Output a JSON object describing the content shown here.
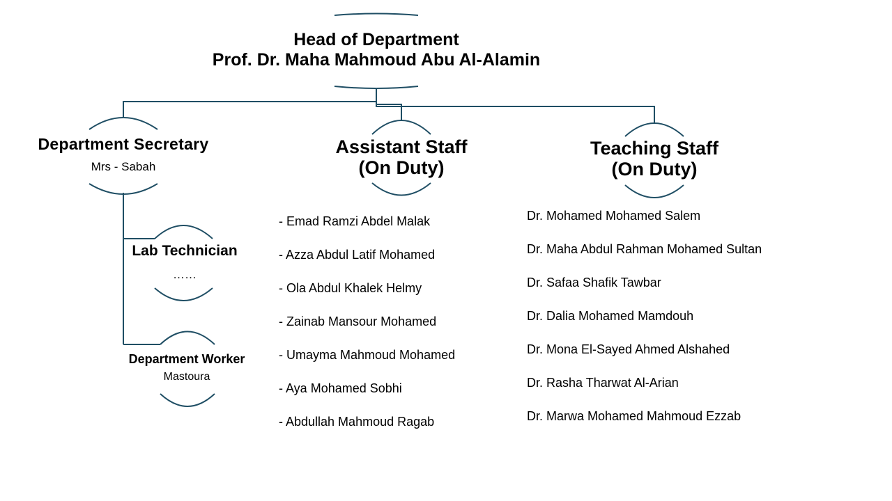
{
  "colors": {
    "line": "#1f4e64",
    "text": "#000000",
    "background": "#ffffff"
  },
  "head": {
    "title": "Head of Department",
    "name": "Prof. Dr. Maha Mahmoud Abu Al-Alamin"
  },
  "secretary": {
    "title": "Department Secretary",
    "name": "Mrs - Sabah"
  },
  "lab_technician": {
    "title": "Lab Technician",
    "name": "……"
  },
  "worker": {
    "title": "Department Worker",
    "name": "Mastoura"
  },
  "assistant_staff": {
    "title": "Assistant Staff",
    "subtitle": "(On Duty)",
    "members": [
      "- Emad Ramzi Abdel Malak",
      "- Azza Abdul Latif Mohamed",
      "- Ola Abdul Khalek Helmy",
      "- Zainab Mansour Mohamed",
      "- Umayma Mahmoud Mohamed",
      "- Aya Mohamed Sobhi",
      "- Abdullah Mahmoud Ragab"
    ]
  },
  "teaching_staff": {
    "title": "Teaching Staff",
    "subtitle": "(On Duty)",
    "members": [
      "Dr. Mohamed Mohamed Salem",
      "Dr. Maha Abdul Rahman Mohamed Sultan",
      "Dr. Safaa Shafik Tawbar",
      "Dr. Dalia Mohamed Mamdouh",
      "Dr. Mona El-Sayed Ahmed Alshahed",
      "Dr. Rasha Tharwat Al-Arian",
      "Dr. Marwa Mohamed Mahmoud Ezzab"
    ]
  }
}
